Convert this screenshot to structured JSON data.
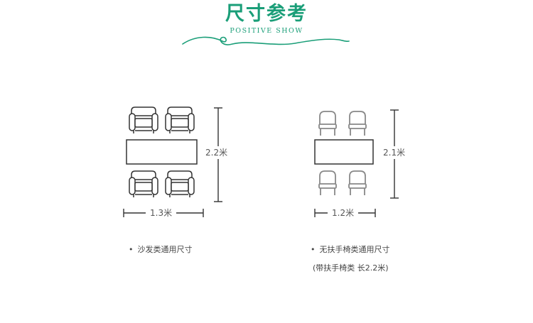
{
  "header": {
    "title": "尺寸参考",
    "subtitle": "POSITIVE SHOW",
    "accent_color": "#1a9e78"
  },
  "sofa_set": {
    "width_label": "1.3米",
    "length_label": "2.2米",
    "caption": "沙发类通用尺寸",
    "seat_icon": "armchair-icon"
  },
  "chair_set": {
    "width_label": "1.2米",
    "length_label": "2.1米",
    "caption": "无扶手椅类通用尺寸",
    "note": "(带扶手椅类 长2.2米)",
    "seat_icon": "chair-icon"
  }
}
